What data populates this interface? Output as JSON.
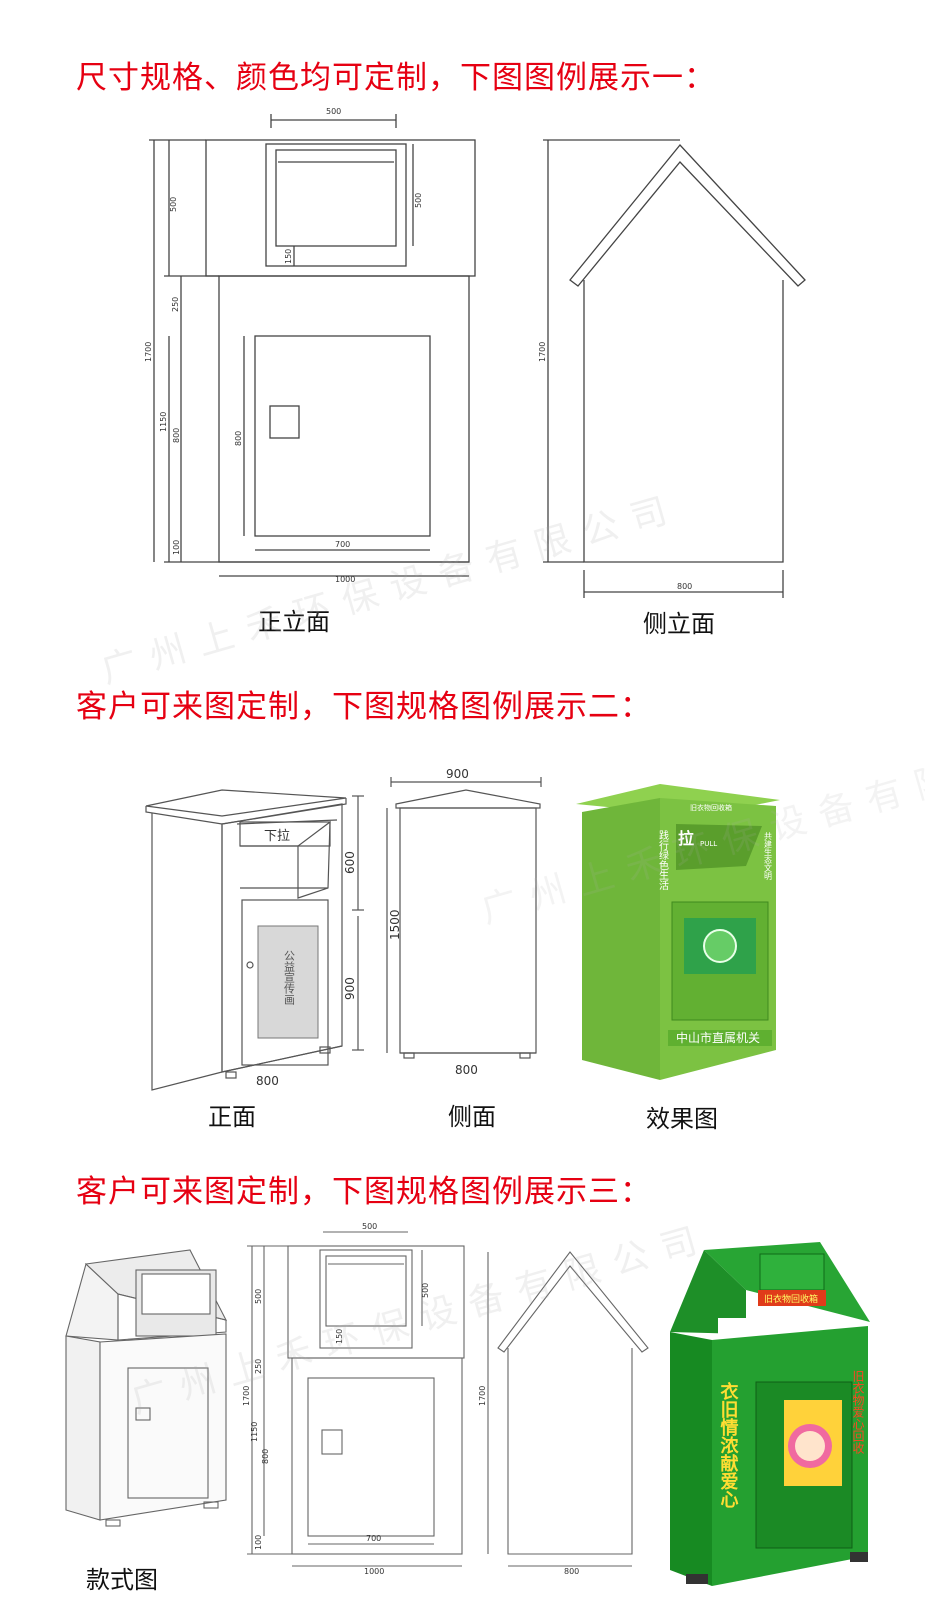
{
  "section1": {
    "heading": "尺寸规格、颜色均可定制，下图图例展示一：",
    "front_caption": "正立面",
    "side_caption": "侧立面",
    "dims": {
      "top_width": "500",
      "hood_height": "500",
      "hood_left": "500",
      "slot_offset": "150",
      "upper": "250",
      "total_height": "1700",
      "body_height": "1150",
      "door_height": "800",
      "door_height_inner": "800",
      "base": "100",
      "door_width": "700",
      "body_width": "1000",
      "side_height": "1700",
      "side_width": "800"
    }
  },
  "section2": {
    "heading": "客户可来图定制，下图规格图例展示二：",
    "front_caption": "正面",
    "side_caption": "侧面",
    "photo_caption": "效果图",
    "dims": {
      "top_width": "900",
      "upper_height": "600",
      "total_height": "1500",
      "lower_height": "900",
      "front_width": "800",
      "side_width": "800"
    },
    "labels": {
      "pull": "下拉",
      "panel": "公益宣传画"
    },
    "photo_text": {
      "pull": "拉",
      "pull_en": "PULL",
      "slogan_left": "践行绿色生活",
      "slogan_right": "共建生态文明",
      "title": "旧衣物回收箱",
      "bottom": "中山市直属机关"
    }
  },
  "section3": {
    "heading": "客户可来图定制，下图规格图例展示三：",
    "style_caption": "款式图",
    "dims": {
      "top_width": "500",
      "hood_height": "500",
      "hood_side": "500",
      "slot_offset": "150",
      "upper": "250",
      "total_height": "1700",
      "body_height": "1150",
      "door_height": "800",
      "base": "100",
      "door_width": "700",
      "body_width": "1000",
      "side_height": "1700",
      "side_width": "800"
    },
    "photo_text": {
      "banner": "旧衣物回收箱",
      "left_column": "衣旧情浓献爱心",
      "right_column": "旧衣物爱心回收"
    }
  },
  "watermark": "广州上禾环保设备有限公司",
  "colors": {
    "heading": "#e60012",
    "green_light": "#7cc242",
    "green_dark": "#1f9a2a"
  }
}
